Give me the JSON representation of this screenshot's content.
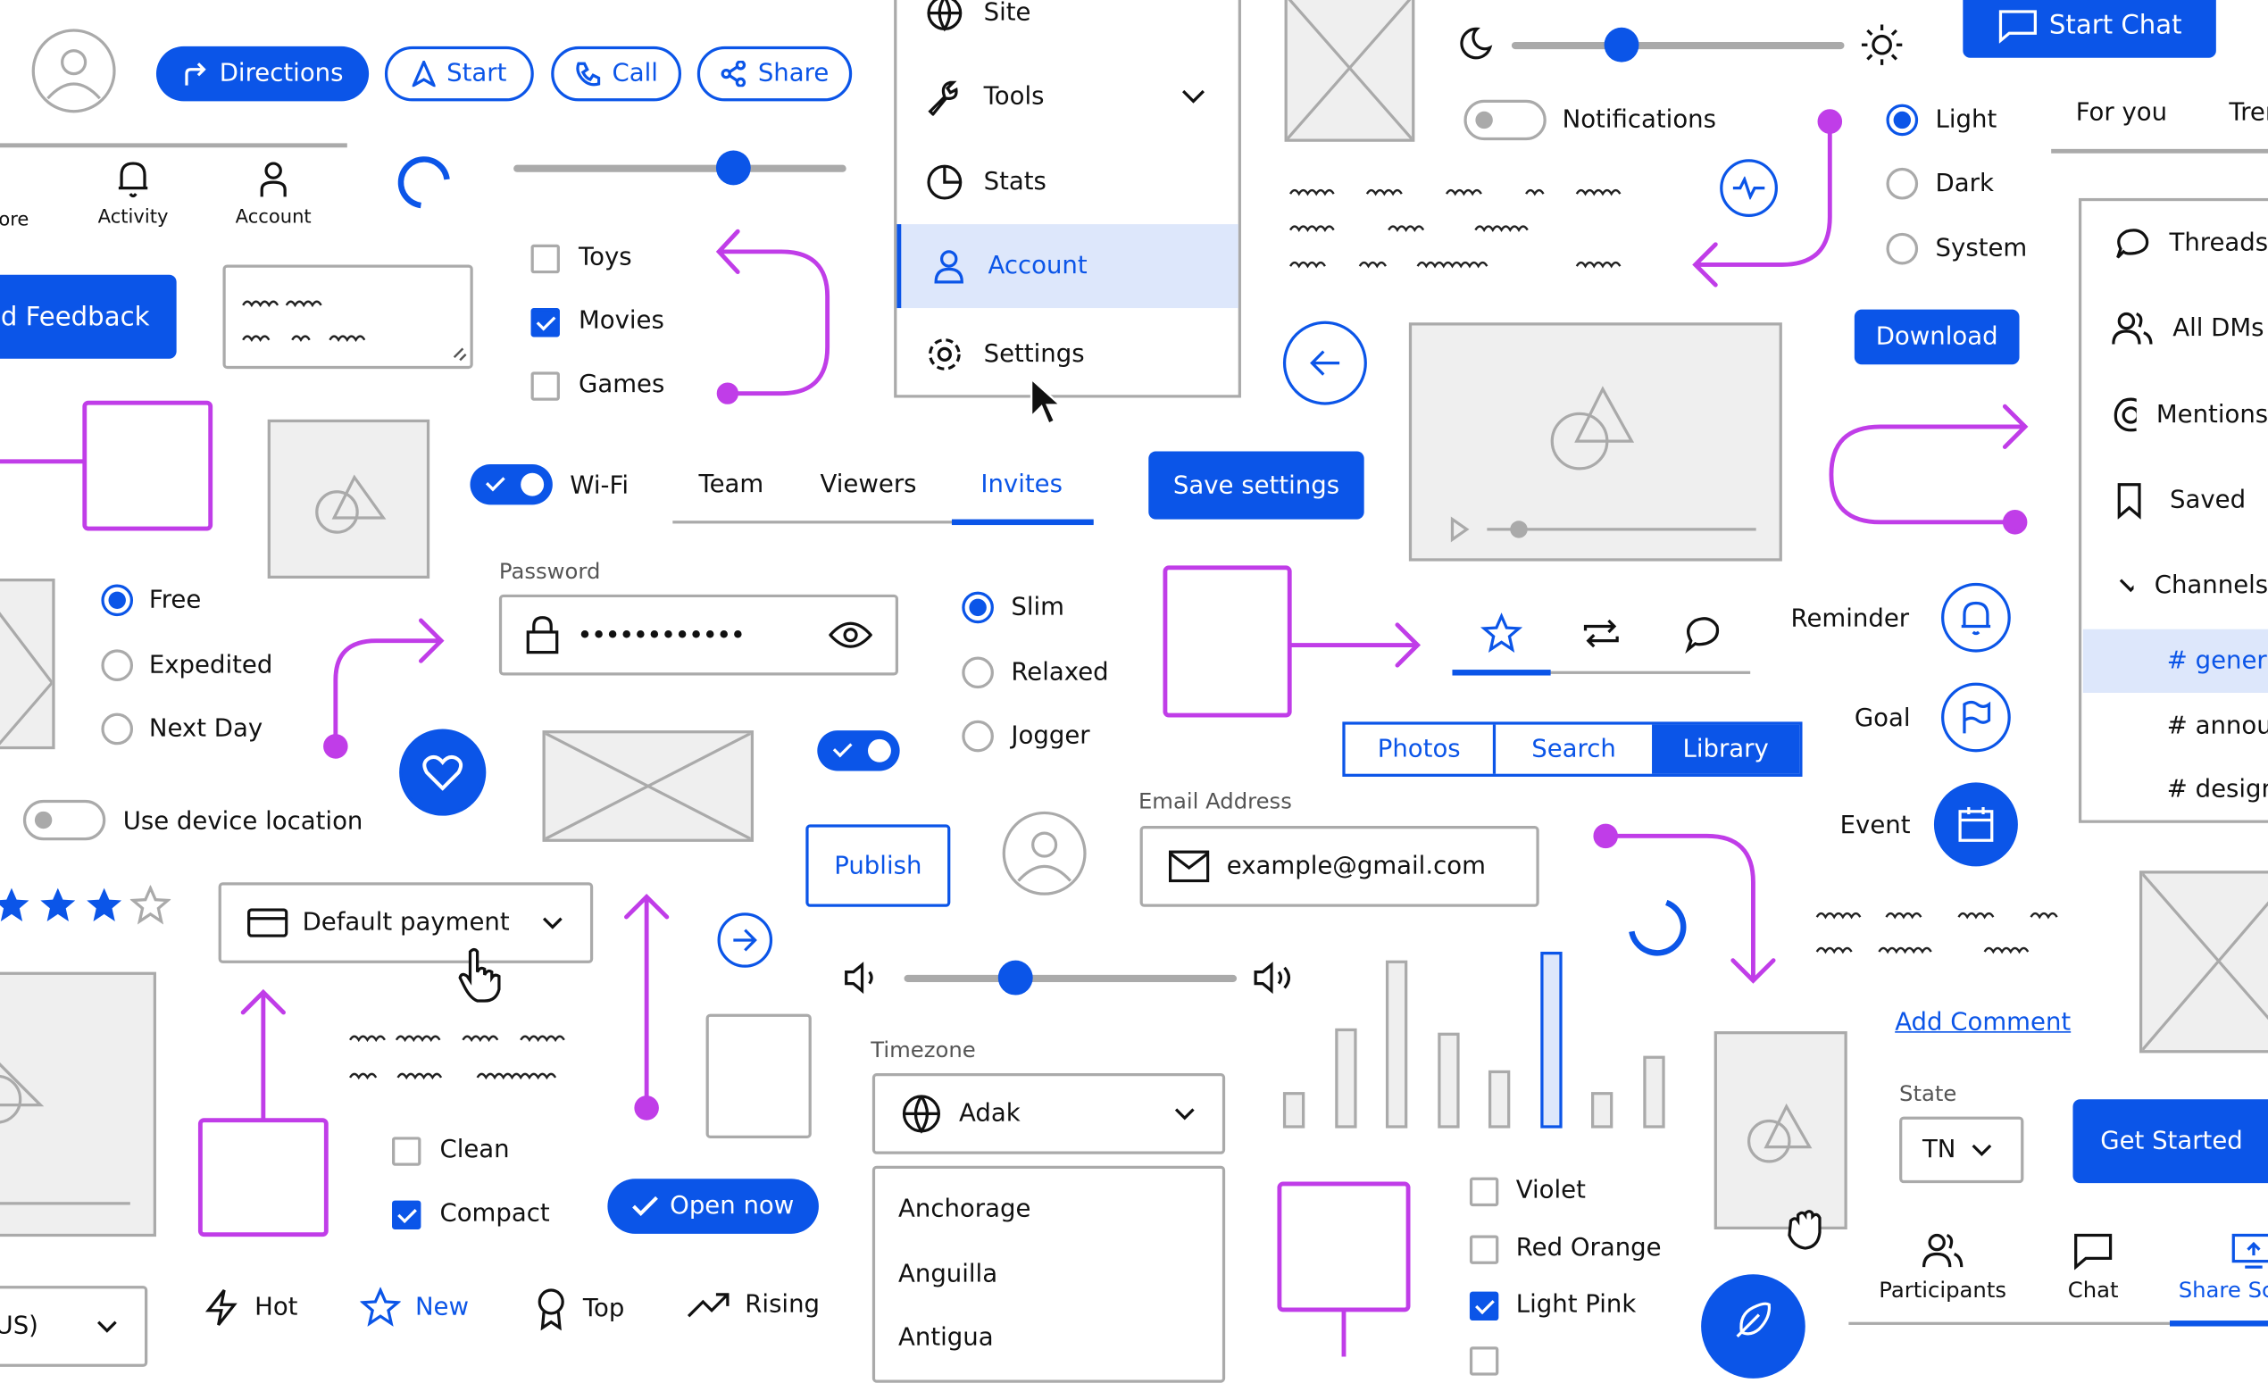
{
  "colors": {
    "accent": "#0b55e8",
    "connector": "#c03de8",
    "wire": "#aaaaaa",
    "active_bg": "#dde7fb"
  },
  "actions": {
    "directions": "Directions",
    "start": "Start",
    "call": "Call",
    "share": "Share"
  },
  "bottom_nav_left": {
    "explore": "Explore",
    "activity": "Activity",
    "account": "Account"
  },
  "feedback_button": "Send Feedback",
  "interests": [
    {
      "label": "Toys",
      "checked": false
    },
    {
      "label": "Movies",
      "checked": true
    },
    {
      "label": "Games",
      "checked": false
    }
  ],
  "menu": {
    "items": [
      {
        "label": "Site",
        "icon": "globe-icon"
      },
      {
        "label": "Tools",
        "icon": "wrench-icon"
      },
      {
        "label": "Stats",
        "icon": "pie-chart-icon"
      },
      {
        "label": "Account",
        "icon": "user-icon",
        "active": true
      },
      {
        "label": "Settings",
        "icon": "gear-icon"
      }
    ]
  },
  "start_chat": "Start Chat",
  "notifications": {
    "label": "Notifications",
    "on": false
  },
  "theme": {
    "options": [
      "Light",
      "Dark",
      "System"
    ],
    "selected": "Light",
    "slider_level": 0.33
  },
  "top_slider_level": 0.67,
  "feed_tabs": [
    "For you",
    "Trending"
  ],
  "download": "Download",
  "channels_sidebar": {
    "items": [
      "Threads",
      "All DMs",
      "Mentions",
      "Saved",
      "Channels"
    ],
    "channels": [
      "# general",
      "# announcements",
      "# design"
    ],
    "active": "# general"
  },
  "wifi": {
    "label": "Wi-Fi",
    "on": true
  },
  "tabs": {
    "items": [
      "Team",
      "Viewers",
      "Invites"
    ],
    "active": "Invites"
  },
  "save_settings": "Save settings",
  "shipping": {
    "options": [
      "Free",
      "Expedited",
      "Next Day"
    ],
    "selected": "Free"
  },
  "password": {
    "label": "Password",
    "value": "••••••••••••"
  },
  "fit": {
    "options": [
      "Slim",
      "Relaxed",
      "Jogger"
    ],
    "selected": "Slim"
  },
  "icon_tabs": {
    "items": [
      "star-icon",
      "repeat-icon",
      "comment-icon"
    ],
    "active": "star-icon"
  },
  "reminders": [
    {
      "label": "Reminder",
      "icon": "bell-icon"
    },
    {
      "label": "Goal",
      "icon": "flag-icon"
    },
    {
      "label": "Event",
      "icon": "calendar-icon"
    }
  ],
  "segmented": {
    "items": [
      "Photos",
      "Search",
      "Library"
    ],
    "active": "Library"
  },
  "device_location": {
    "label": "Use device location",
    "on": false
  },
  "rating": {
    "value": 3,
    "max": 4
  },
  "payment": {
    "value": "Default payment"
  },
  "publish": "Publish",
  "email": {
    "label": "Email Address",
    "value": "example@gmail.com"
  },
  "add_comment": "Add Comment",
  "volume_level": 0.33,
  "bars": {
    "values": [
      20,
      55,
      92,
      52,
      32,
      97,
      20,
      40
    ],
    "highlighted": 5
  },
  "timezone": {
    "label": "Timezone",
    "value": "Adak",
    "options": [
      "Anchorage",
      "Anguilla",
      "Antigua"
    ]
  },
  "state": {
    "label": "State",
    "value": "TN"
  },
  "get_started": "Get Started",
  "density": [
    {
      "label": "Clean",
      "checked": false
    },
    {
      "label": "Compact",
      "checked": true
    }
  ],
  "open_now": "Open now",
  "colors_list": [
    {
      "label": "Violet",
      "checked": false
    },
    {
      "label": "Red Orange",
      "checked": false
    },
    {
      "label": "Light Pink",
      "checked": true
    }
  ],
  "region_select": "(US)",
  "sort_tabs": [
    {
      "label": "Hot",
      "icon": "bolt-icon"
    },
    {
      "label": "New",
      "icon": "star-icon",
      "active": true
    },
    {
      "label": "Top",
      "icon": "award-icon"
    },
    {
      "label": "Rising",
      "icon": "trending-up-icon"
    }
  ],
  "call_nav": [
    {
      "label": "Participants",
      "icon": "users-icon"
    },
    {
      "label": "Chat",
      "icon": "chat-icon"
    },
    {
      "label": "Share Screen",
      "icon": "screen-share-icon",
      "active": true
    }
  ]
}
